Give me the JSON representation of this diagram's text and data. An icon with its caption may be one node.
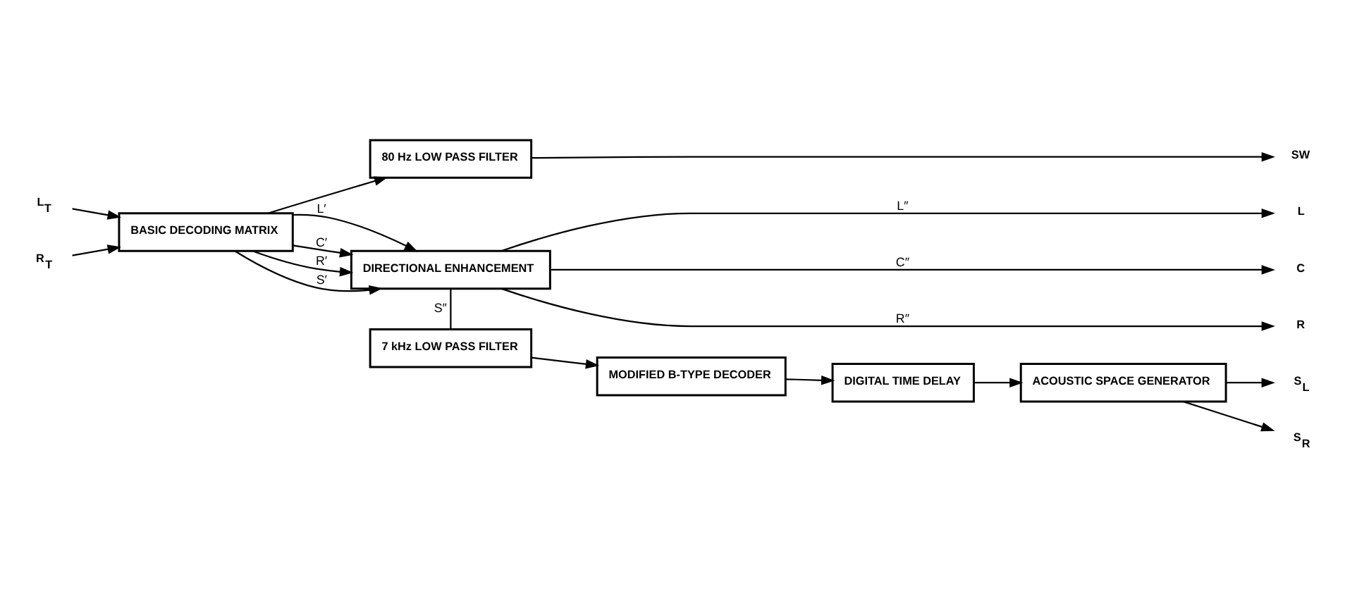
{
  "diagram": {
    "nodes": [
      {
        "text": [
          "L$_{T}$"
        ]
      },
      {
        "text": [
          "R$_{T}$"
        ]
      },
      {
        "text": [
          "BASIC DECODING MATRIX"
        ]
      },
      {
        "text": [
          "80 Hz LOW PASS FILTER"
        ]
      },
      {
        "text": [
          "DIRECTIONAL ENHANCEMENT"
        ]
      },
      {
        "text": [
          "DIGITAL TIME DELAY"
        ]
      },
      {
        "text": [
          "ACOUSTIC SPACE GENERATOR"
        ]
      },
      {
        "text": [
          "7 kHz LOW PASS FILTER"
        ]
      },
      {
        "text": [
          "MODIFIED B-TYPE DECODER"
        ]
      },
      {
        "text": [
          "SW"
        ]
      },
      {
        "text": [
          "L"
        ]
      },
      {
        "text": [
          "C"
        ]
      },
      {
        "text": [
          "R"
        ]
      },
      {
        "text": [
          "S$_{L}$"
        ]
      },
      {
        "text": [
          "S$_{R}$"
        ]
      }
    ],
    "edges": [
      {
        "from": 0,
        "to": 2,
        "arrow": "to"
      },
      {
        "from": 1,
        "to": 2,
        "arrow": "to"
      },
      {
        "from": 2,
        "to": 4,
        "arrow": "to",
        "label": "L′"
      },
      {
        "from": 2,
        "to": 4,
        "arrow": "to",
        "label": "C′"
      },
      {
        "from": 2,
        "to": 3,
        "arrow": "to"
      },
      {
        "from": 2,
        "to": 4,
        "arrow": "to",
        "label": "R′"
      },
      {
        "from": 2,
        "to": 4,
        "arrow": "to",
        "label": "S′"
      },
      {
        "from": 3,
        "to": 9,
        "arrow": "to"
      },
      {
        "from": 4,
        "to": 10,
        "arrow": "to",
        "label": "L″"
      },
      {
        "from": 4,
        "to": 11,
        "arrow": "to",
        "label": "C″"
      },
      {
        "from": 4,
        "to": 12,
        "arrow": "to",
        "label": "R″"
      },
      {
        "from": 4,
        "to": 7,
        "arrow": "none",
        "label": "S″"
      },
      {
        "from": 7,
        "to": 8,
        "arrow": "to"
      },
      {
        "from": 8,
        "to": 5,
        "arrow": "to"
      },
      {
        "from": 5,
        "to": 6,
        "arrow": "to"
      },
      {
        "from": 6,
        "to": 13,
        "arrow": "to"
      },
      {
        "from": 6,
        "to": 14,
        "arrow": "to"
      }
    ]
  }
}
